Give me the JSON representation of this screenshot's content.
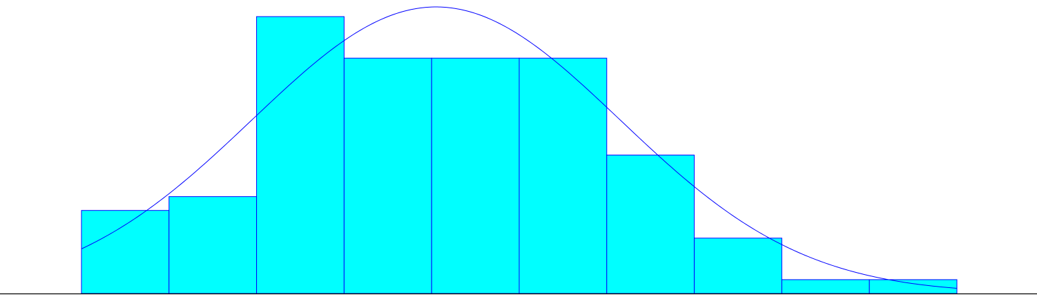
{
  "chart_data": {
    "type": "bar",
    "subtype": "histogram-with-normal-curve",
    "bins": 10,
    "values": [
      6,
      7,
      20,
      17,
      17,
      17,
      10,
      4,
      1,
      1
    ],
    "ylim": [
      0,
      21.2
    ],
    "normal_curve": {
      "peak_bin_position": 4.05,
      "peak_value": 20.7,
      "sigma_bins": 2.1
    },
    "title": "",
    "xlabel": "",
    "ylabel": "",
    "grid": false,
    "legend": "none",
    "colors": {
      "bar_fill": "#00ffff",
      "bar_stroke": "#0000ff",
      "curve": "#0000ff",
      "axis": "#000000",
      "background": "#ffffff"
    }
  }
}
